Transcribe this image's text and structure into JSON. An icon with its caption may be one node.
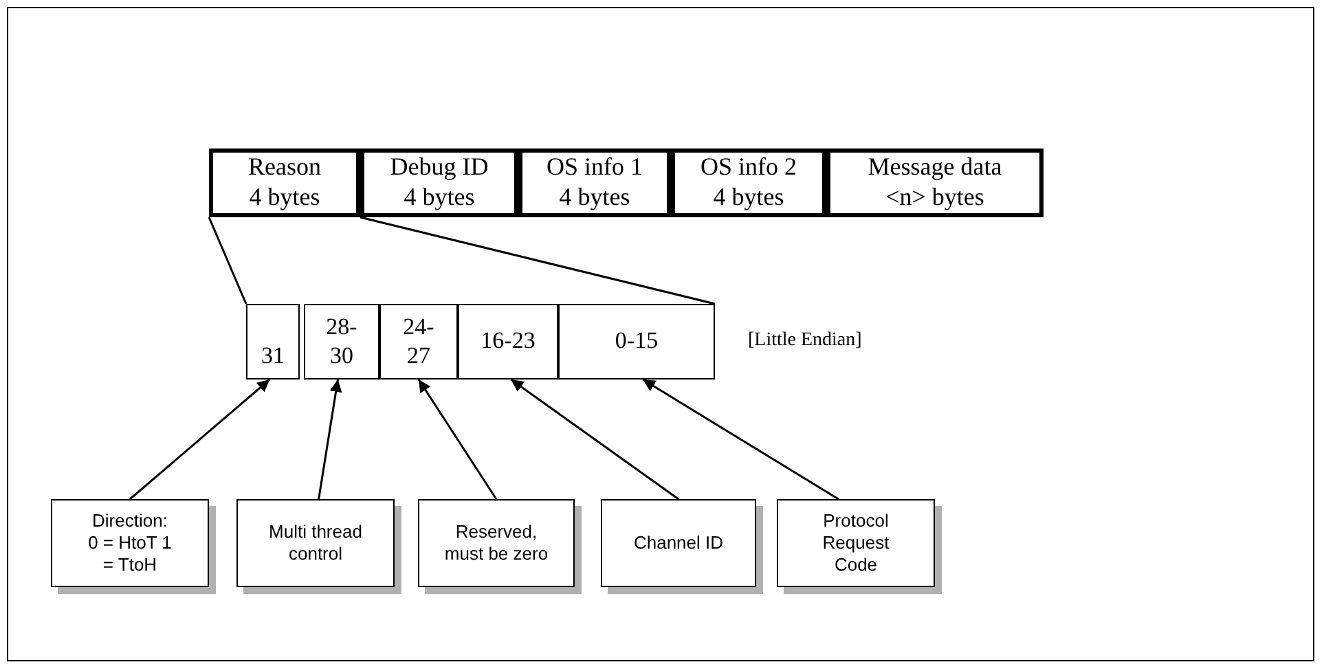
{
  "diagram": {
    "nodes": [
      {
        "text": [
          "Reason",
          "4 bytes"
        ]
      },
      {
        "text": [
          "Debug ID",
          "4 bytes"
        ]
      },
      {
        "text": [
          "OS info 1",
          "4 bytes"
        ]
      },
      {
        "text": [
          "OS info 2",
          "4 bytes"
        ]
      },
      {
        "text": [
          "Message data",
          "<n> bytes"
        ]
      },
      {
        "text": [
          "31"
        ]
      },
      {
        "text": [
          "28-",
          "30"
        ]
      },
      {
        "text": [
          "24-",
          "27"
        ]
      },
      {
        "text": [
          "16-23"
        ]
      },
      {
        "text": [
          "0-15"
        ]
      },
      {
        "text": [
          "Direction: 0 = HtoT 1 = TtoH"
        ]
      },
      {
        "text": [
          "Multi thread control"
        ]
      },
      {
        "text": [
          "Reserved, must be zero"
        ]
      },
      {
        "text": [
          "Channel ID"
        ]
      },
      {
        "text": [
          "Protocol Request Code"
        ]
      }
    ],
    "edges": [
      {
        "from": 0,
        "to": 5,
        "arrow": "none"
      },
      {
        "from": 0,
        "to": 9,
        "arrow": "none"
      },
      {
        "from": 10,
        "to": 5,
        "arrow": "to"
      },
      {
        "from": 11,
        "to": 6,
        "arrow": "to"
      },
      {
        "from": 12,
        "to": 7,
        "arrow": "to"
      },
      {
        "from": 13,
        "to": 8,
        "arrow": "to"
      },
      {
        "from": 14,
        "to": 9,
        "arrow": "to"
      }
    ],
    "labels": [
      "[Little Endian]"
    ]
  }
}
